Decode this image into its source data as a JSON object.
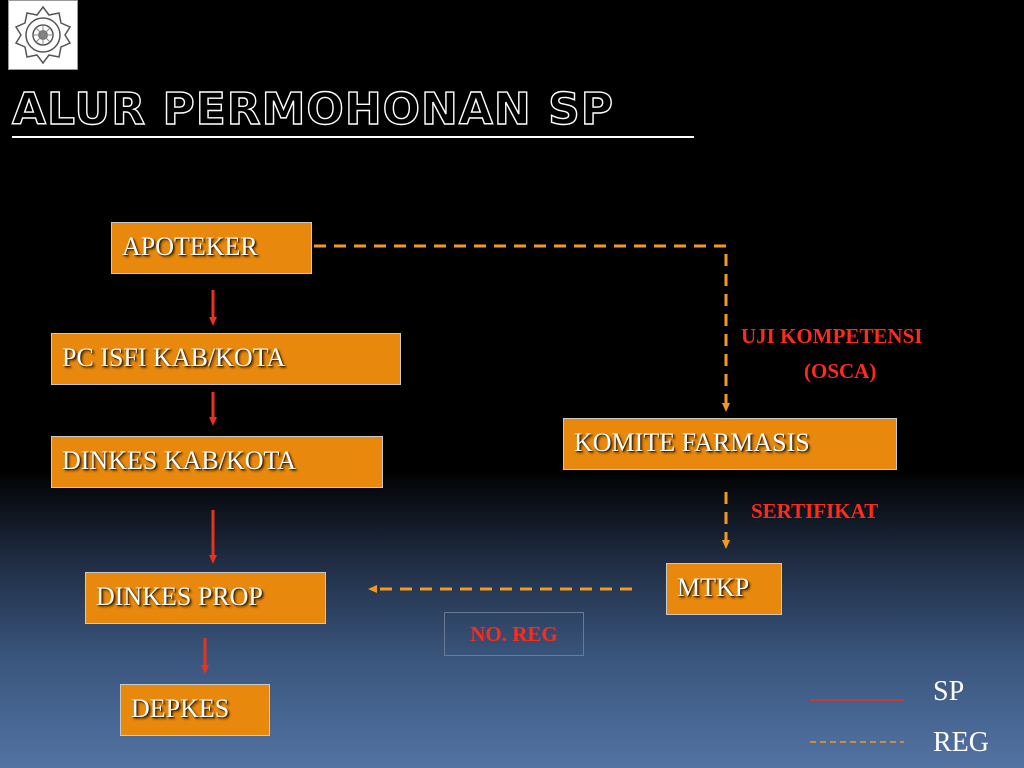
{
  "title": "ALUR PERMOHONAN SP",
  "logo": {
    "icon": "university-seal-icon"
  },
  "boxes": {
    "apoteker": "APOTEKER",
    "pc_isfi": "PC ISFI KAB/KOTA",
    "dinkes_kab": "DINKES KAB/KOTA",
    "dinkes_prop": "DINKES PROP",
    "depkes": "DEPKES",
    "komite": "KOMITE FARMASIS",
    "mtkp": "MTKP"
  },
  "labels": {
    "uji_line1": "UJI KOMPETENSI",
    "uji_line2": "(OSCA)",
    "sertifikat": "SERTIFIKAT",
    "no_reg": "NO. REG"
  },
  "legend": {
    "sp": "SP",
    "reg": "REG"
  },
  "colors": {
    "box_fill": "#e8880c",
    "sp_arrow": "#e8331c",
    "reg_arrow": "#f29a1f",
    "label_text": "#ff2a1c"
  }
}
